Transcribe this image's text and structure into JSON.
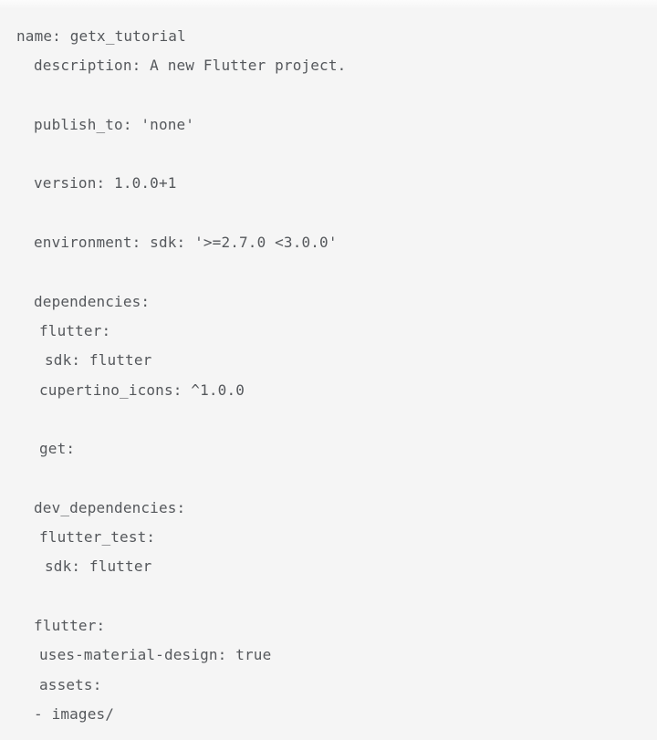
{
  "page": {
    "background_color": "#f5f5f5",
    "text_color": "#55585c"
  },
  "code_block": {
    "language": "yaml",
    "file_hint": "pubspec.yaml",
    "lines": [
      {
        "text": "name: getx_tutorial",
        "indent": 0
      },
      {
        "text": "description: A new Flutter project.",
        "indent": 1
      },
      {
        "text": "",
        "indent": 0
      },
      {
        "text": "publish_to: 'none'",
        "indent": 1
      },
      {
        "text": "",
        "indent": 0
      },
      {
        "text": "version: 1.0.0+1",
        "indent": 1
      },
      {
        "text": "",
        "indent": 0
      },
      {
        "text": "environment: sdk: '>=2.7.0 <3.0.0'",
        "indent": 1
      },
      {
        "text": "",
        "indent": 0
      },
      {
        "text": "dependencies:",
        "indent": 1
      },
      {
        "text": "flutter:",
        "indent": 2
      },
      {
        "text": "sdk: flutter",
        "indent": 3
      },
      {
        "text": "cupertino_icons: ^1.0.0",
        "indent": 2
      },
      {
        "text": "",
        "indent": 0
      },
      {
        "text": "get:",
        "indent": 2
      },
      {
        "text": "",
        "indent": 0
      },
      {
        "text": "dev_dependencies:",
        "indent": 1
      },
      {
        "text": "flutter_test:",
        "indent": 2
      },
      {
        "text": "sdk: flutter",
        "indent": 3
      },
      {
        "text": "",
        "indent": 0
      },
      {
        "text": "flutter:",
        "indent": 1
      },
      {
        "text": "uses-material-design: true",
        "indent": 2
      },
      {
        "text": "assets:",
        "indent": 2
      },
      {
        "text": "- images/",
        "indent": 1
      }
    ]
  }
}
